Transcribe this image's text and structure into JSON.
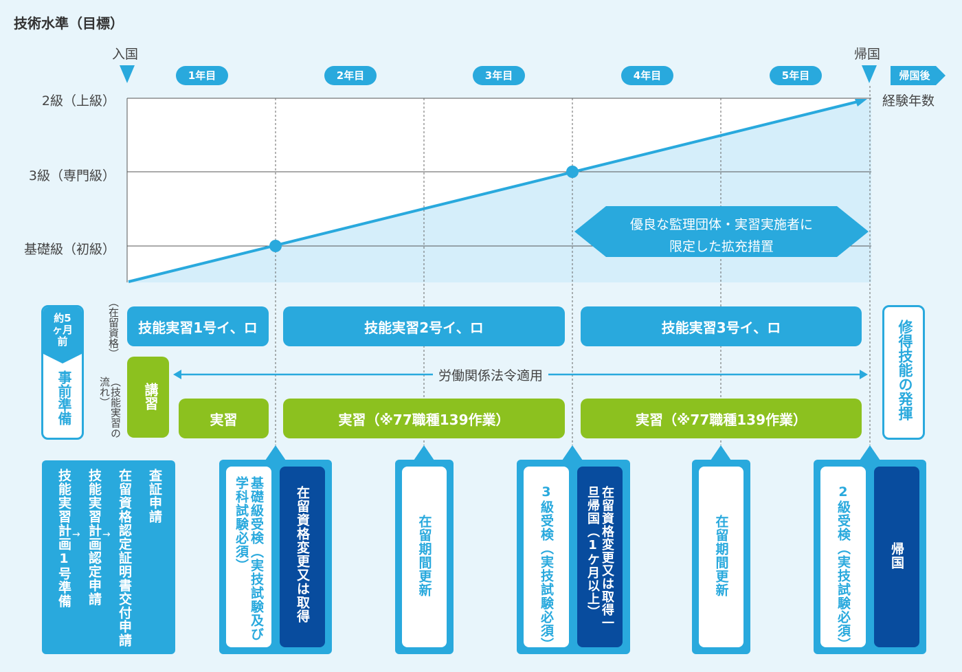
{
  "title": "技術水準（目標）",
  "markers": {
    "entry": "入国",
    "return": "帰国",
    "after_return": "帰国後",
    "x_axis_label": "経験年数"
  },
  "years": [
    "1年目",
    "2年目",
    "3年目",
    "4年目",
    "5年目"
  ],
  "levels": [
    "2級（上級）",
    "3級（専門級）",
    "基礎級（初級）"
  ],
  "callout": {
    "line1": "優良な監理団体・実習実施者に",
    "line2": "限定した拡充措置"
  },
  "side_labels": {
    "status": "（在留資格）",
    "flow": "（技能実習の流れ）"
  },
  "status_bars": [
    "技能実習1号イ、ロ",
    "技能実習2号イ、ロ",
    "技能実習3号イ、ロ"
  ],
  "labor_law": "労働関係法令適用",
  "lecture": "講習",
  "practice_bars": [
    "実習",
    "実習（※77職種139作業）",
    "実習（※77職種139作業）"
  ],
  "pre": {
    "top": "約5ヶ月前",
    "bottom": "事前準備"
  },
  "post": "修得技能の発揮",
  "steps": {
    "prep": [
      "技能実習計画1号準備",
      "技能実習計画認定申請",
      "在留資格認定証明書交付申請",
      "査証申請"
    ],
    "y1_test": "基礎級受検（実技試験及び学科試験必須）",
    "y1_change": "在留資格変更又は取得",
    "y2_renew": "在留期間更新",
    "y3_test": "3級受検（実技試験必須）",
    "y3_change": "在留資格変更又は取得一旦帰国（1ケ月以上）",
    "y4_renew": "在留期間更新",
    "y5_test": "2級受検（実技試験必須）",
    "y5_return": "帰国"
  },
  "colors": {
    "blue": "#29a9dd",
    "navy": "#084c9e",
    "green": "#8cc11f",
    "area": "#d5eefa",
    "bg": "#e8f5fb"
  },
  "icons": [
    "triangle-down-icon",
    "double-arrow-icon",
    "right-arrow-icon"
  ]
}
